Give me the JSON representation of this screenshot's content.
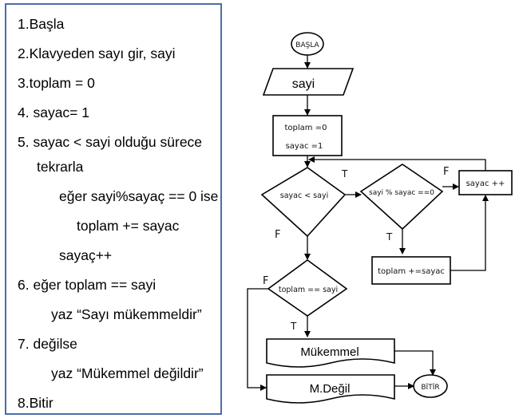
{
  "algorithm": {
    "steps": [
      "1.Başla",
      "2.Klavyeden sayı gir, sayi",
      "3.toplam = 0",
      "4. sayac= 1",
      "5. sayac < sayi olduğu sürece",
      "tekrarla",
      "eğer sayi%sayaç == 0 ise",
      "toplam += sayac",
      "sayaç++",
      "6. eğer toplam == sayi",
      "yaz “Sayı mükemmeldir”",
      "7. değilse",
      "yaz “Mükemmel değildir”",
      "8.Bitir"
    ]
  },
  "flowchart": {
    "start": "BAŞLA",
    "input": "sayi",
    "init_line1": "toplam =0",
    "init_line2": "sayac =1",
    "cond_loop": "sayac < sayi",
    "cond_mod": "sayi % sayac ==0",
    "increment": "sayac ++",
    "add": "toplam +=sayac",
    "cond_perfect": "toplam == sayi",
    "out_perfect": "Mükemmel",
    "out_not": "M.Değil",
    "end": "BİTİR",
    "label_true": "T",
    "label_false": "F"
  }
}
